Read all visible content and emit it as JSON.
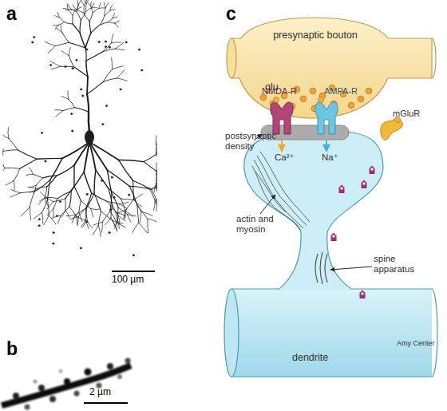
{
  "diagram": {
    "nodes": [
      {
        "text": [
          "presynaptic bouton",
          "glu"
        ]
      },
      {
        "text": [
          "dendrite"
        ]
      }
    ],
    "labels": [
      "a",
      "100 µm",
      "b",
      "2 µm",
      "c",
      "NMDA-R",
      "AMPA-R",
      "postsynaptic density",
      "Ca²⁺",
      "Na⁺",
      "mGluR",
      "actin and myosin",
      "spine apparatus",
      "Amy Center"
    ]
  }
}
